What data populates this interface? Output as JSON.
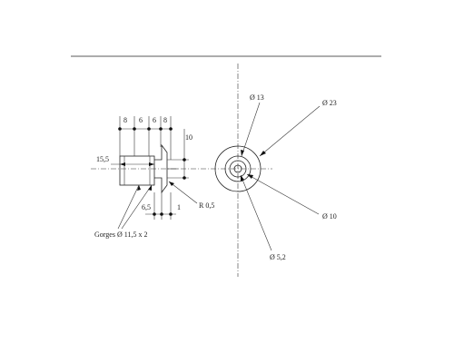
{
  "drawing": {
    "side_view": {
      "top_dims": [
        "8",
        "6",
        "6",
        "8"
      ],
      "height_dim": "10",
      "length_dim": "15,5",
      "bottom_dims": [
        "6,5",
        "1"
      ],
      "radius_label": "R 0,5",
      "grooves_label": "Gorges Ø 11,5 x 2"
    },
    "front_view": {
      "diameters": [
        "Ø 13",
        "Ø 23",
        "Ø 10",
        "Ø 5,2"
      ]
    }
  }
}
